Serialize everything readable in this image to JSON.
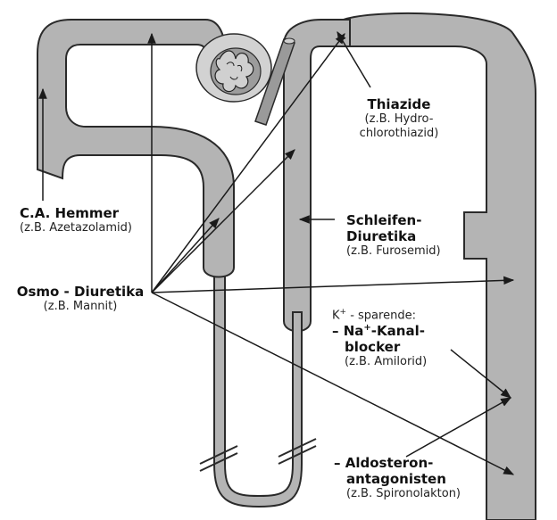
{
  "colors": {
    "tubule_fill": "#b4b4b4",
    "tubule_stroke": "#2a2a2a",
    "glomerulus_capsule": "#d2d2d2",
    "arrow": "#1a1a1a",
    "background": "#ffffff"
  },
  "labels": {
    "thiazide": {
      "name": "Thiazide",
      "example1": "(z.B. Hydro-",
      "example2": "chlorothiazid)"
    },
    "ca_hemmer": {
      "name": "C.A. Hemmer",
      "example": "(z.B. Azetazolamid)"
    },
    "schleifen": {
      "name1": "Schleifen-",
      "name2": "Diuretika",
      "example": "(z.B. Furosemid)"
    },
    "osmo": {
      "name": "Osmo - Diuretika",
      "example": "(z.B. Mannit)"
    },
    "k_sparende": {
      "heading": "K",
      "heading_sup": "+",
      "heading_rest": " - sparende:",
      "na_prefix": "– Na",
      "na_sup": "+",
      "na_rest": "-Kanal-",
      "line2": "blocker",
      "example": "(z.B. Amilorid)"
    },
    "aldosteron": {
      "name1": "– Aldosteron-",
      "name2": "antagonisten",
      "example": "(z.B. Spironolakton)"
    }
  }
}
